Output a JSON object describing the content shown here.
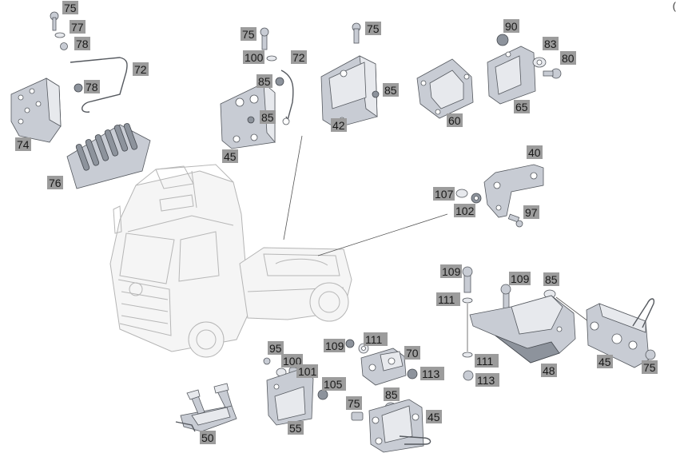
{
  "corner_glyph": "(",
  "callouts": {
    "c75a": "75",
    "c77": "77",
    "c78a": "78",
    "c72": "72",
    "c78b": "78",
    "c74": "74",
    "c76": "76",
    "c75b": "75",
    "c100a": "100",
    "c72b": "72",
    "c85a": "85",
    "c85b": "85",
    "c45a": "45",
    "c75c": "75",
    "c85c": "85",
    "c42": "42",
    "c60": "60",
    "c90": "90",
    "c83": "83",
    "c80": "80",
    "c65": "65",
    "c40": "40",
    "c107": "107",
    "c102": "102",
    "c97": "97",
    "c109a": "109",
    "c109b": "109",
    "c85d": "85",
    "c111a": "111",
    "c48": "48",
    "c111b": "111",
    "c113a": "113",
    "c45b": "45",
    "c75d": "75",
    "c109c": "109",
    "c111c": "111",
    "c70": "70",
    "c113b": "113",
    "c95": "95",
    "c100b": "100",
    "c101": "101",
    "c105": "105",
    "c55": "55",
    "c75e": "75",
    "c85e": "85",
    "c45c": "45",
    "c50": "50"
  }
}
